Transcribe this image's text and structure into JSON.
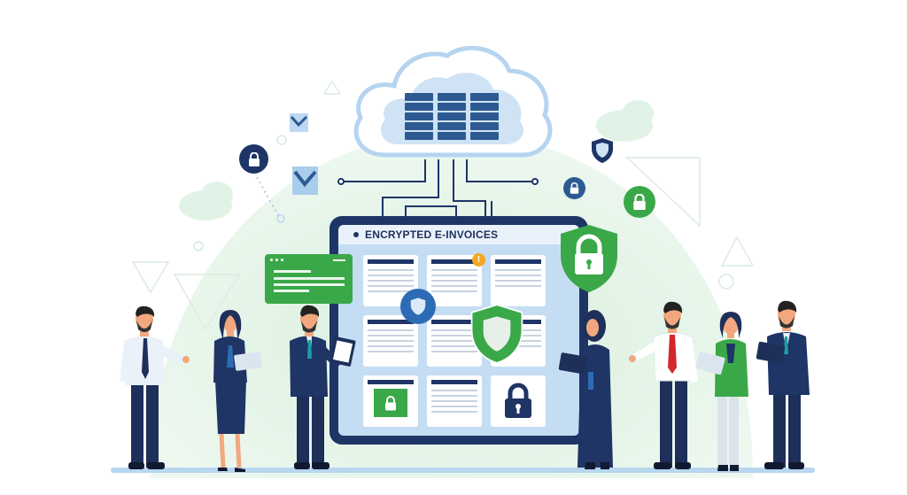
{
  "illustration": {
    "heading": "ENCRYPTED E-INVOICES",
    "colors": {
      "navy": "#1e3566",
      "light_blue": "#a9cdec",
      "panel_blue": "#c9def3",
      "green": "#3aa848",
      "bg_green": "#e3f4e6",
      "white": "#ffffff",
      "orange": "#f5a623",
      "red_tie": "#d3262d"
    },
    "cloud": {
      "icon": "cloud-server-icon",
      "server_columns": 3,
      "server_rows": 5
    },
    "floating_icons": [
      {
        "name": "lock-badge-navy",
        "icon": "lock-icon"
      },
      {
        "name": "envelope-small",
        "icon": "mail-icon"
      },
      {
        "name": "envelope-large",
        "icon": "mail-icon"
      },
      {
        "name": "shield-small-navy",
        "icon": "shield-icon"
      },
      {
        "name": "lock-badge-blue",
        "icon": "lock-icon"
      },
      {
        "name": "lock-badge-green",
        "icon": "lock-icon"
      },
      {
        "name": "shield-large-green",
        "icon": "shield-lock-icon"
      }
    ],
    "chat_bubble": {
      "icon": "chat-window-icon"
    },
    "invoices": [
      {
        "row": 1,
        "col": 1,
        "type": "document"
      },
      {
        "row": 1,
        "col": 2,
        "type": "document",
        "badge": "alert-icon"
      },
      {
        "row": 1,
        "col": 3,
        "type": "document"
      },
      {
        "row": 2,
        "col": 1,
        "type": "document"
      },
      {
        "row": 2,
        "col": 2,
        "type": "document"
      },
      {
        "row": 2,
        "col": 3,
        "type": "document"
      },
      {
        "row": 3,
        "col": 1,
        "type": "document",
        "badge": "green-lock-icon"
      },
      {
        "row": 3,
        "col": 2,
        "type": "document"
      },
      {
        "row": 3,
        "col": 3,
        "type": "document",
        "badge": "navy-lock-icon"
      }
    ],
    "people": [
      {
        "name": "man-white-shirt",
        "pose": "gesturing"
      },
      {
        "name": "woman-navy-suit",
        "pose": "holding-tablet"
      },
      {
        "name": "man-navy-suit",
        "pose": "holding-tablet"
      },
      {
        "name": "woman-hijab",
        "pose": "holding-tablet"
      },
      {
        "name": "man-red-tie",
        "pose": "gesturing"
      },
      {
        "name": "woman-green-jacket",
        "pose": "holding-tablet"
      },
      {
        "name": "man-navy-suit-right",
        "pose": "holding-clipboard"
      }
    ]
  }
}
